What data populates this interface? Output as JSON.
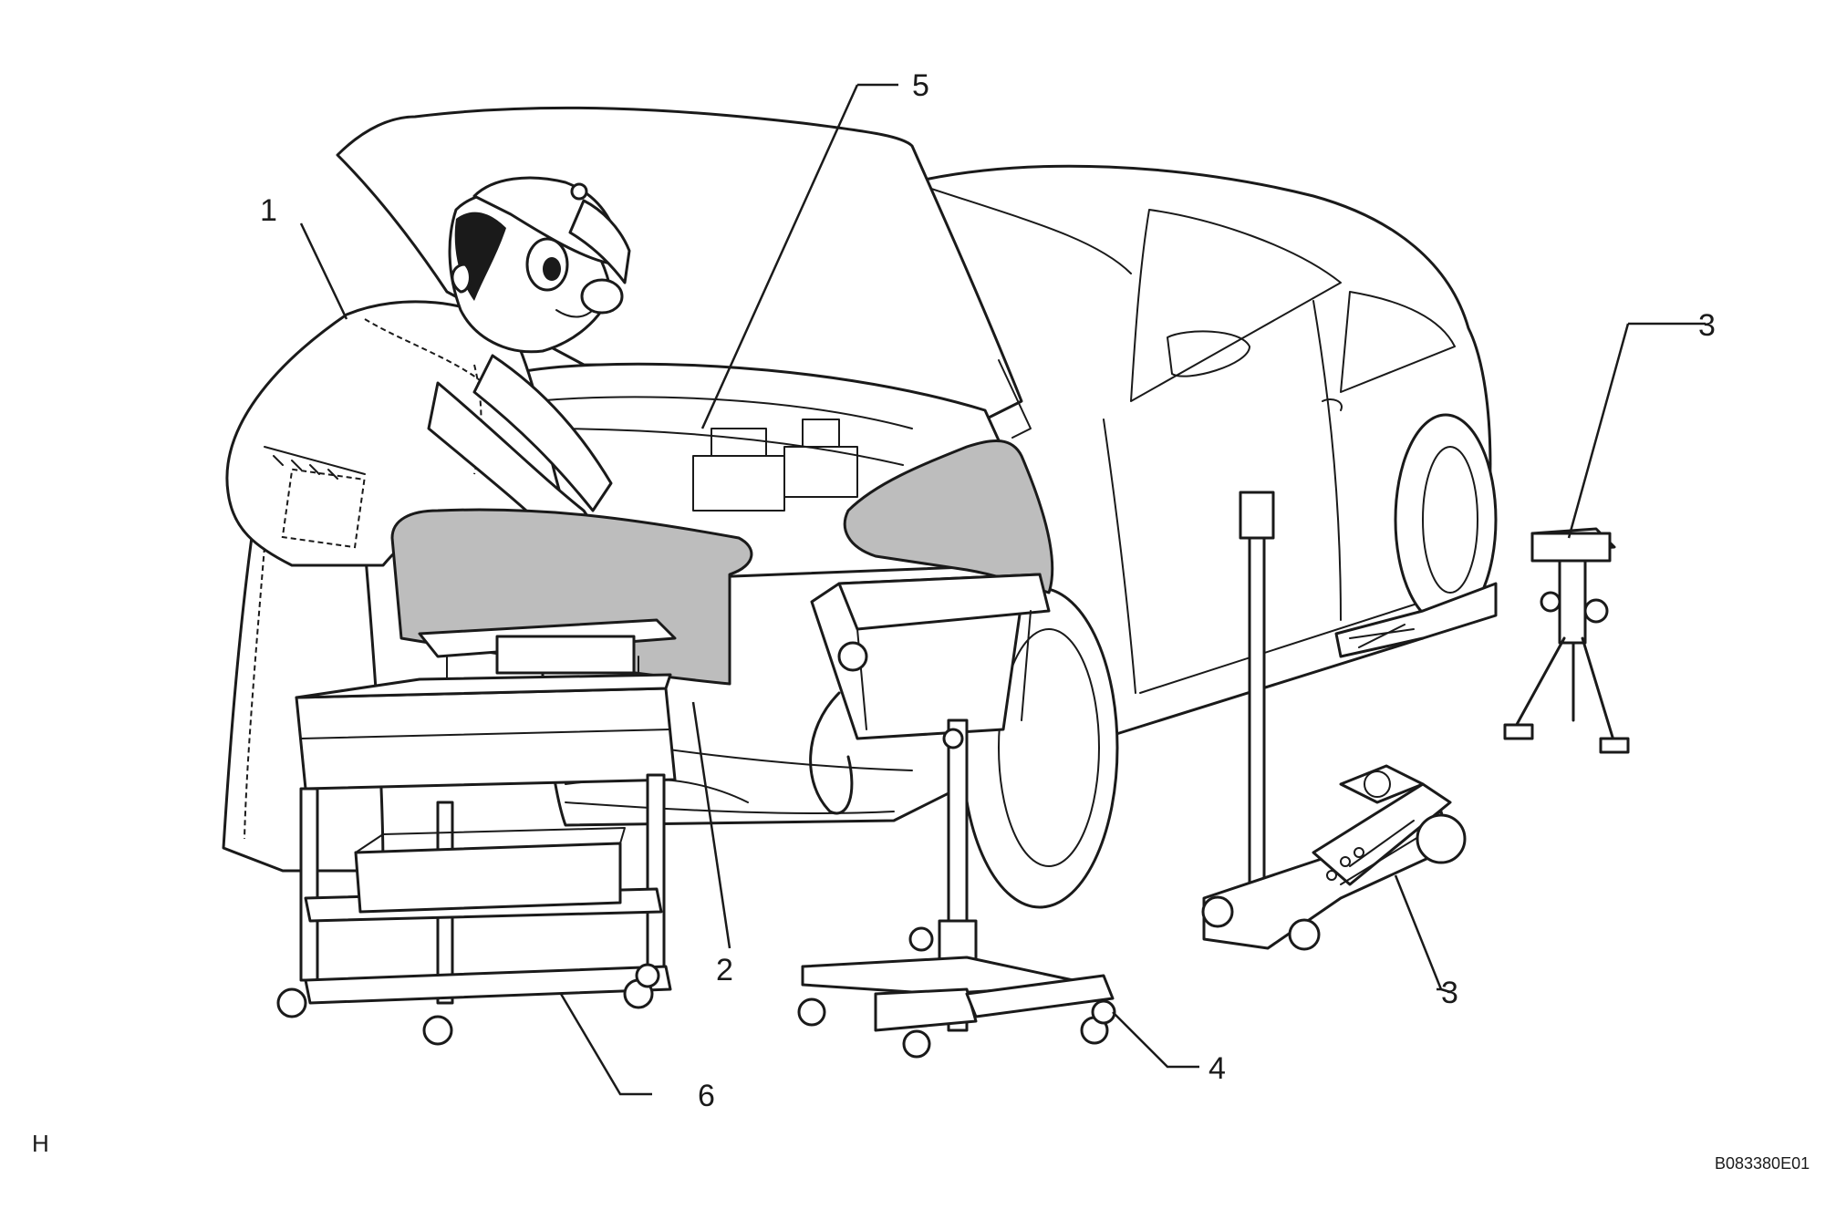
{
  "callouts": [
    {
      "id": "mechanic",
      "label": "1"
    },
    {
      "id": "fender-cover",
      "label": "2"
    },
    {
      "id": "jack-stand",
      "label": "3"
    },
    {
      "id": "floor-jack",
      "label": "3"
    },
    {
      "id": "work-light",
      "label": "4"
    },
    {
      "id": "engine-compartment",
      "label": "5"
    },
    {
      "id": "tool-cart",
      "label": "6"
    }
  ],
  "corner_mark": "H",
  "figure_code": "B083380E01"
}
